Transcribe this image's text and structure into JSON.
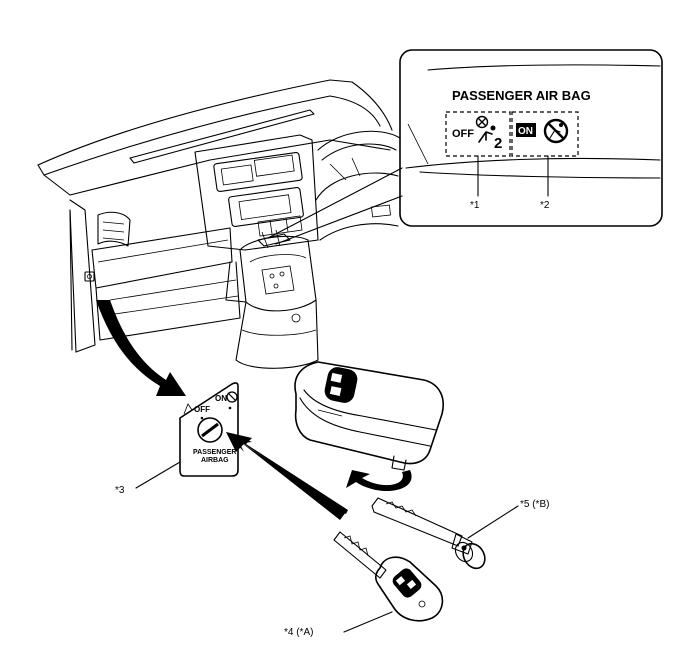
{
  "inset": {
    "title": "PASSENGER AIR BAG",
    "off_text": "OFF",
    "on_text": "ON",
    "off_sub": "2"
  },
  "switch_panel": {
    "off_text": "OFF",
    "on_text": "ON",
    "label_line1": "PASSENGER",
    "label_line2": "AIRBAG"
  },
  "callouts": {
    "c1": "*1",
    "c2": "*2",
    "c3": "*3",
    "c4": "*4 (*A)",
    "c5": "*5 (*B)"
  }
}
